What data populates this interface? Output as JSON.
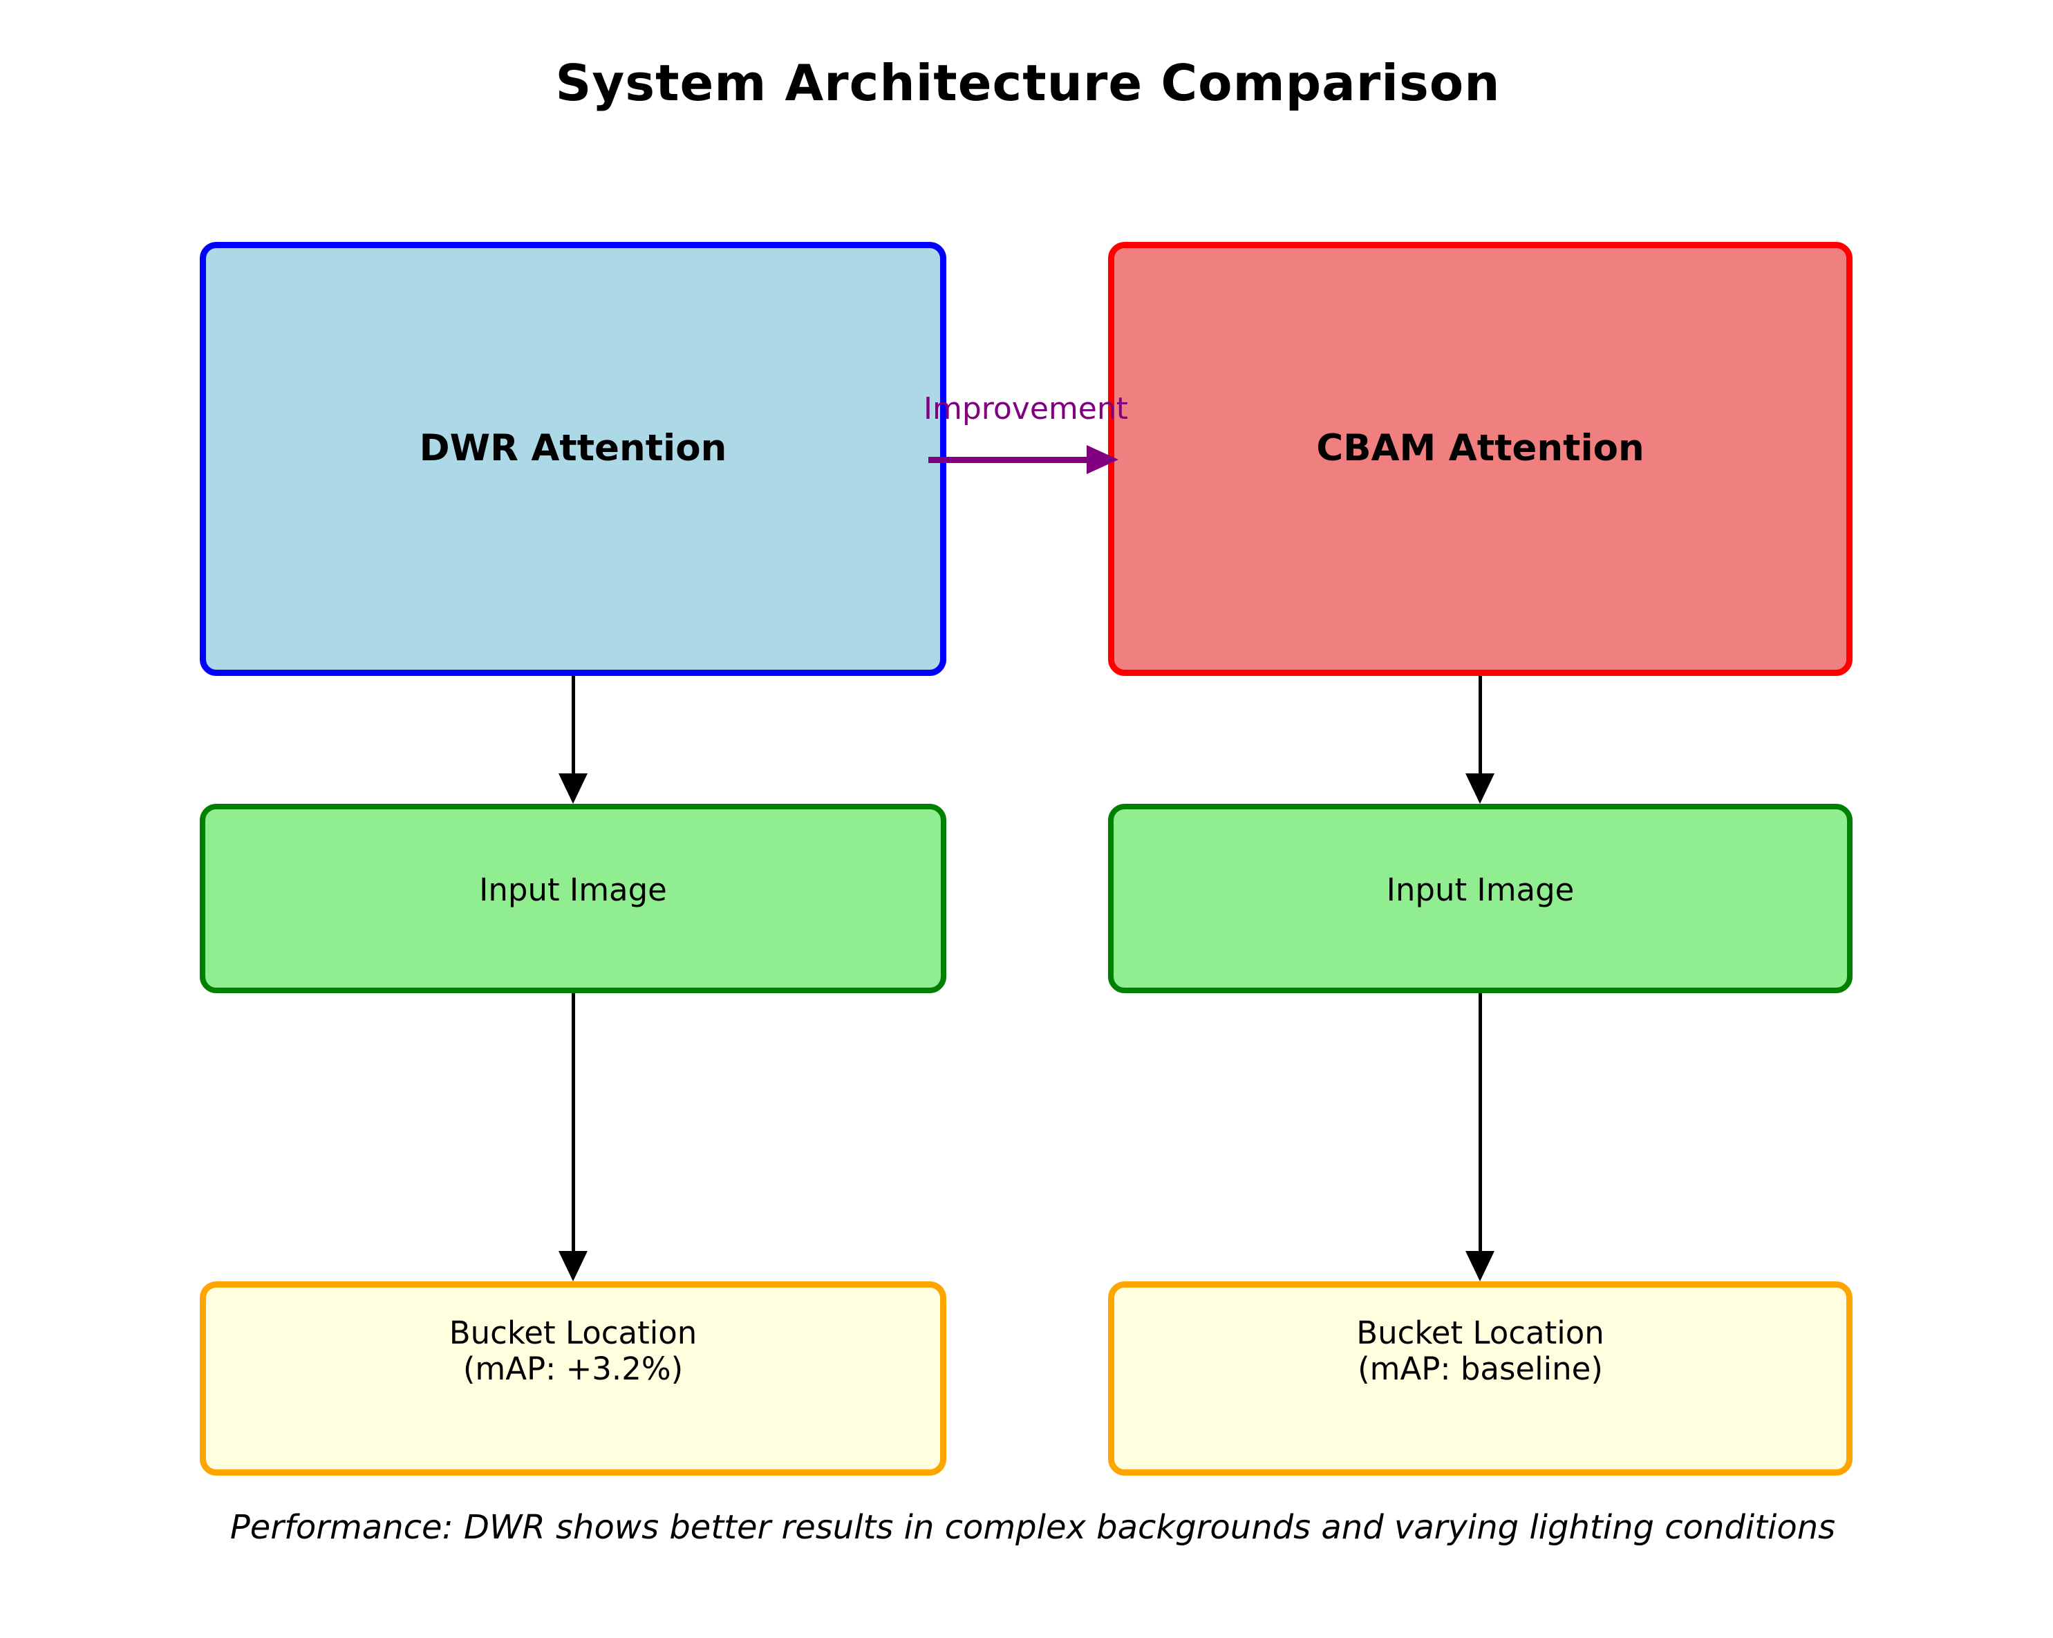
{
  "title": "System Architecture Comparison",
  "caption": "Performance: DWR shows better results in complex backgrounds and varying lighting conditions",
  "improvement": {
    "label": "Improvement",
    "color": "#800080"
  },
  "columns": [
    {
      "name": "DWR",
      "attention_label": "DWR Attention",
      "input_label": "Input Image",
      "bucket_line1": "Bucket Location",
      "bucket_line2": "(mAP: +3.2%)",
      "attention_fill": "#ADD8E6",
      "attention_border": "#0000FF"
    },
    {
      "name": "CBAM",
      "attention_label": "CBAM Attention",
      "input_label": "Input Image",
      "bucket_line1": "Bucket Location",
      "bucket_line2": "(mAP: baseline)",
      "attention_fill": "#F08080",
      "attention_border": "#FF0000"
    }
  ],
  "colors": {
    "input_fill": "#90EE90",
    "input_border": "#008000",
    "bucket_fill": "#FFFFE0",
    "bucket_border": "#FFA500",
    "connector_arrow": "#000000",
    "background": "#FFFFFF",
    "text": "#000000"
  }
}
